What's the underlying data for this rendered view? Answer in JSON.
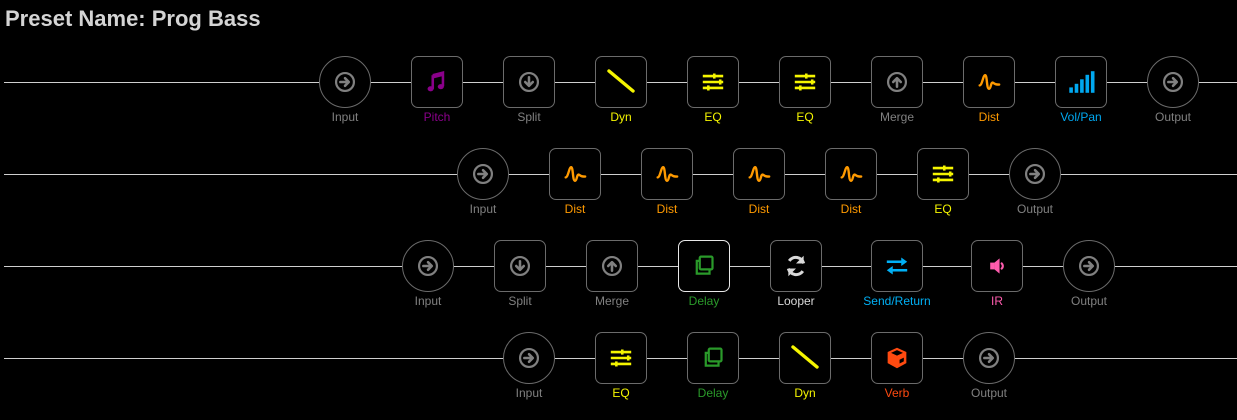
{
  "header": {
    "title": "Preset Name: Prog Bass"
  },
  "colors": {
    "io": "#808080",
    "pitch": "#8a008a",
    "dyn": "#f5f500",
    "eq": "#f5f500",
    "dist": "#ff9a00",
    "volpan": "#00a8f0",
    "delay": "#2a9a2a",
    "looper": "#d9d9d9",
    "sendreturn": "#00b0f5",
    "ir": "#ff5cae",
    "verb": "#ff4a10"
  },
  "rows": [
    {
      "nodes": [
        {
          "label": "Input",
          "icon": "arrow-right-circle-icon",
          "kind": "io",
          "color": "#808080"
        },
        {
          "label": "Pitch",
          "icon": "music-note-icon",
          "kind": "block",
          "color": "#8a008a"
        },
        {
          "label": "Split",
          "icon": "arrow-down-circle-icon",
          "kind": "block",
          "color": "#808080"
        },
        {
          "label": "Dyn",
          "icon": "dyn-slash-icon",
          "kind": "block",
          "color": "#f5f500"
        },
        {
          "label": "EQ",
          "icon": "eq-sliders-icon",
          "kind": "block",
          "color": "#f5f500"
        },
        {
          "label": "EQ",
          "icon": "eq-sliders-icon",
          "kind": "block",
          "color": "#f5f500"
        },
        {
          "label": "Merge",
          "icon": "arrow-up-circle-icon",
          "kind": "block",
          "color": "#808080"
        },
        {
          "label": "Dist",
          "icon": "dist-wave-icon",
          "kind": "block",
          "color": "#ff9a00"
        },
        {
          "label": "Vol/Pan",
          "icon": "volume-bars-icon",
          "kind": "block",
          "color": "#00a8f0"
        },
        {
          "label": "Output",
          "icon": "arrow-right-circle-icon",
          "kind": "io",
          "color": "#808080"
        }
      ]
    },
    {
      "nodes": [
        {
          "label": "Input",
          "icon": "arrow-right-circle-icon",
          "kind": "io",
          "color": "#808080"
        },
        {
          "label": "Dist",
          "icon": "dist-wave-icon",
          "kind": "block",
          "color": "#ff9a00"
        },
        {
          "label": "Dist",
          "icon": "dist-wave-icon",
          "kind": "block",
          "color": "#ff9a00"
        },
        {
          "label": "Dist",
          "icon": "dist-wave-icon",
          "kind": "block",
          "color": "#ff9a00"
        },
        {
          "label": "Dist",
          "icon": "dist-wave-icon",
          "kind": "block",
          "color": "#ff9a00"
        },
        {
          "label": "EQ",
          "icon": "eq-sliders-icon",
          "kind": "block",
          "color": "#f5f500"
        },
        {
          "label": "Output",
          "icon": "arrow-right-circle-icon",
          "kind": "io",
          "color": "#808080"
        }
      ]
    },
    {
      "nodes": [
        {
          "label": "Input",
          "icon": "arrow-right-circle-icon",
          "kind": "io",
          "color": "#808080"
        },
        {
          "label": "Split",
          "icon": "arrow-down-circle-icon",
          "kind": "block",
          "color": "#808080"
        },
        {
          "label": "Merge",
          "icon": "arrow-up-circle-icon",
          "kind": "block",
          "color": "#808080"
        },
        {
          "label": "Delay",
          "icon": "delay-copy-icon",
          "kind": "block",
          "color": "#2a9a2a",
          "selected": true
        },
        {
          "label": "Looper",
          "icon": "looper-refresh-icon",
          "kind": "block",
          "color": "#d9d9d9"
        },
        {
          "label": "Send/Return",
          "icon": "send-return-arrows-icon",
          "kind": "block",
          "color": "#00b0f5"
        },
        {
          "label": "IR",
          "icon": "speaker-icon",
          "kind": "block",
          "color": "#ff5cae"
        },
        {
          "label": "Output",
          "icon": "arrow-right-circle-icon",
          "kind": "io",
          "color": "#808080"
        }
      ]
    },
    {
      "nodes": [
        {
          "label": "Input",
          "icon": "arrow-right-circle-icon",
          "kind": "io",
          "color": "#808080"
        },
        {
          "label": "EQ",
          "icon": "eq-sliders-icon",
          "kind": "block",
          "color": "#f5f500"
        },
        {
          "label": "Delay",
          "icon": "delay-copy-icon",
          "kind": "block",
          "color": "#2a9a2a"
        },
        {
          "label": "Dyn",
          "icon": "dyn-slash-icon",
          "kind": "block",
          "color": "#f5f500"
        },
        {
          "label": "Verb",
          "icon": "verb-cube-icon",
          "kind": "block",
          "color": "#ff4a10"
        },
        {
          "label": "Output",
          "icon": "arrow-right-circle-icon",
          "kind": "io",
          "color": "#808080"
        }
      ]
    }
  ]
}
